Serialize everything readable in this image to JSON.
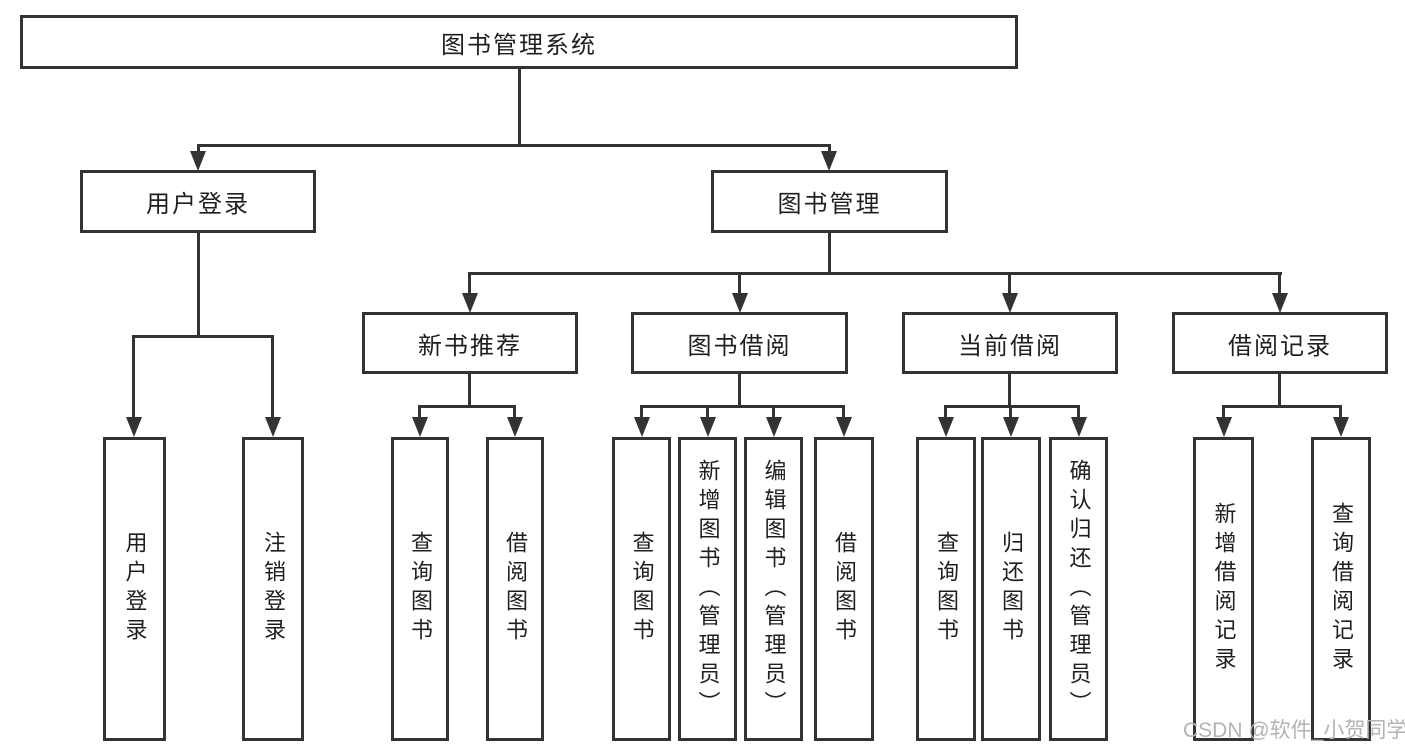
{
  "diagram": {
    "title": "图书管理系统",
    "branches": {
      "user_login": {
        "label": "用户登录",
        "children": [
          "用户登录",
          "注销登录"
        ]
      },
      "book_management": {
        "label": "图书管理",
        "sections": [
          {
            "label": "新书推荐",
            "children": [
              "查询图书",
              "借阅图书"
            ]
          },
          {
            "label": "图书借阅",
            "children": [
              "查询图书",
              "新增图书（管理员）",
              "编辑图书（管理员）",
              "借阅图书"
            ]
          },
          {
            "label": "当前借阅",
            "children": [
              "查询图书",
              "归还图书",
              "确认归还（管理员）"
            ]
          },
          {
            "label": "借阅记录",
            "children": [
              "新增借阅记录",
              "查询借阅记录"
            ]
          }
        ]
      }
    },
    "watermark": "CSDN @软件_小贺同学",
    "colors": {
      "line": "#333333",
      "text": "#1f1f1f",
      "watermark": "#b3b3b3",
      "background": "#ffffff"
    }
  }
}
